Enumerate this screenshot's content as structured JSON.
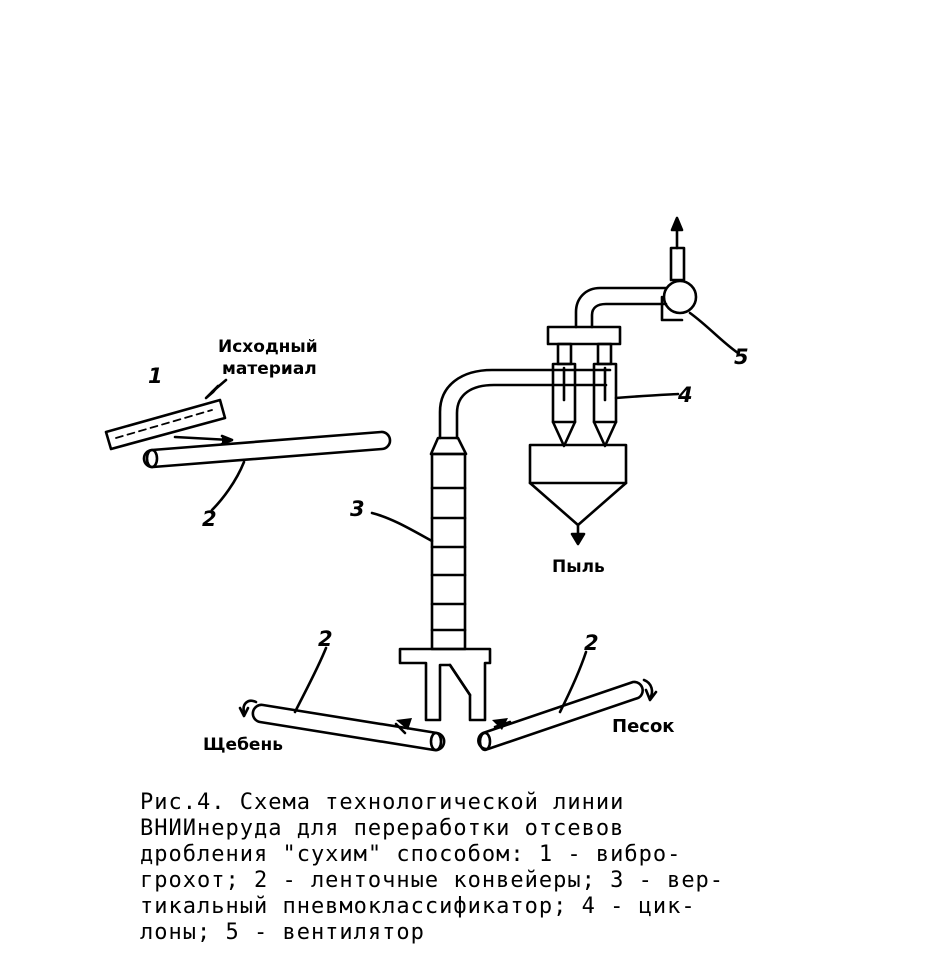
{
  "labels": {
    "input": [
      "Исходный",
      "материал"
    ],
    "num_1": "1",
    "num_2": "2",
    "num_3": "3",
    "num_4": "4",
    "num_5": "5",
    "dust": "Пыль",
    "crushed_stone": "Щебень",
    "sand": "Песок"
  },
  "caption": [
    "Рис.4. Схема технологической линии",
    "ВНИИнеруда для переработки отсевов",
    "дробления \"сухим\" способом: 1 - вибро-",
    "грохот; 2 - ленточные конвейеры; 3 - вер-",
    "тикальный пневмоклассификатор; 4 - цик-",
    "лоны; 5 - вентилятор"
  ]
}
